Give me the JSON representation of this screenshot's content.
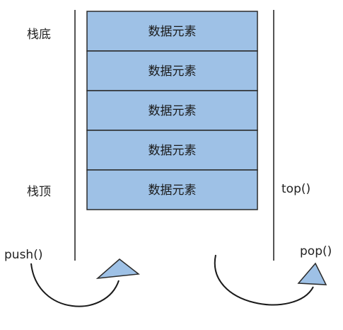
{
  "labels": {
    "bottom": "栈底",
    "top_label": "栈顶",
    "push": "push()",
    "pop": "pop()",
    "top_fn": "top()"
  },
  "elements": [
    "数据元素",
    "数据元素",
    "数据元素",
    "数据元素",
    "数据元素"
  ],
  "colors": {
    "cell_fill": "#9ec1e6",
    "cell_border": "#2a2a2a",
    "wall": "#555555",
    "arrow_fill": "#9ec1e6",
    "arrow_stroke": "#2a2a2a",
    "text": "#222222"
  }
}
